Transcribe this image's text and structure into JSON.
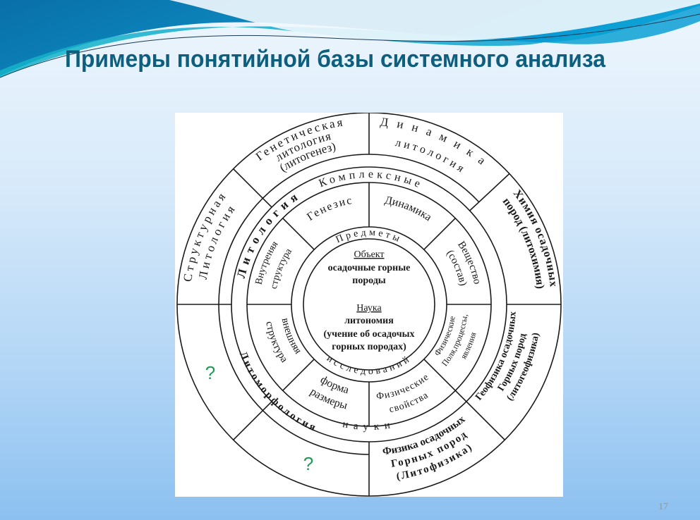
{
  "title": "Примеры понятийной базы системного анализа",
  "page_number": "17",
  "colors": {
    "title": "#0e5f7e",
    "question": "#1f9a55",
    "wave_dark": "#0a78ad",
    "wave_light": "#12b8d4"
  },
  "diagram": {
    "outer": {
      "structural": [
        "Структурная",
        "Литология"
      ],
      "genetic": [
        "Генетическая",
        "литология",
        "(литогенез)"
      ],
      "dynamics": [
        "Динамика",
        "литология"
      ],
      "chemistry": [
        "Химия осадочных",
        "пород (литохимия)"
      ],
      "geophysics": [
        "Геофизика осадочных",
        "Горных пород",
        "(литогеофизика)"
      ],
      "physics": [
        "Физика осадочных",
        "Горных пород",
        "(Литофизика)"
      ],
      "unknown_left": "?",
      "unknown_bottom": "?"
    },
    "band": {
      "lithology": "Литология",
      "complex": "Комплексные",
      "lithomorphology": "Литоморфология",
      "sciences": "науки"
    },
    "middle": {
      "internal_structure": [
        "Внутреняя",
        "структура"
      ],
      "genesis": "Генезис",
      "dynamics": "Динамика",
      "substance": [
        "Вещество",
        "(состав)"
      ],
      "physical_fields": [
        "Физические",
        "Поля,процессы,",
        "явления"
      ],
      "physical_properties": [
        "Физические",
        "свойства"
      ],
      "form": [
        "форма",
        "размеры"
      ],
      "external_structure": [
        "внешняя",
        "структура"
      ]
    },
    "subjects": "Предметы",
    "research": "исследований",
    "center": {
      "object_label": "Объект",
      "object_lines": [
        "осадочные горные",
        "породы"
      ],
      "science_label": "Наука",
      "science_lines": [
        "литономия",
        "(учение об осадочых",
        "горных породах)"
      ]
    }
  }
}
